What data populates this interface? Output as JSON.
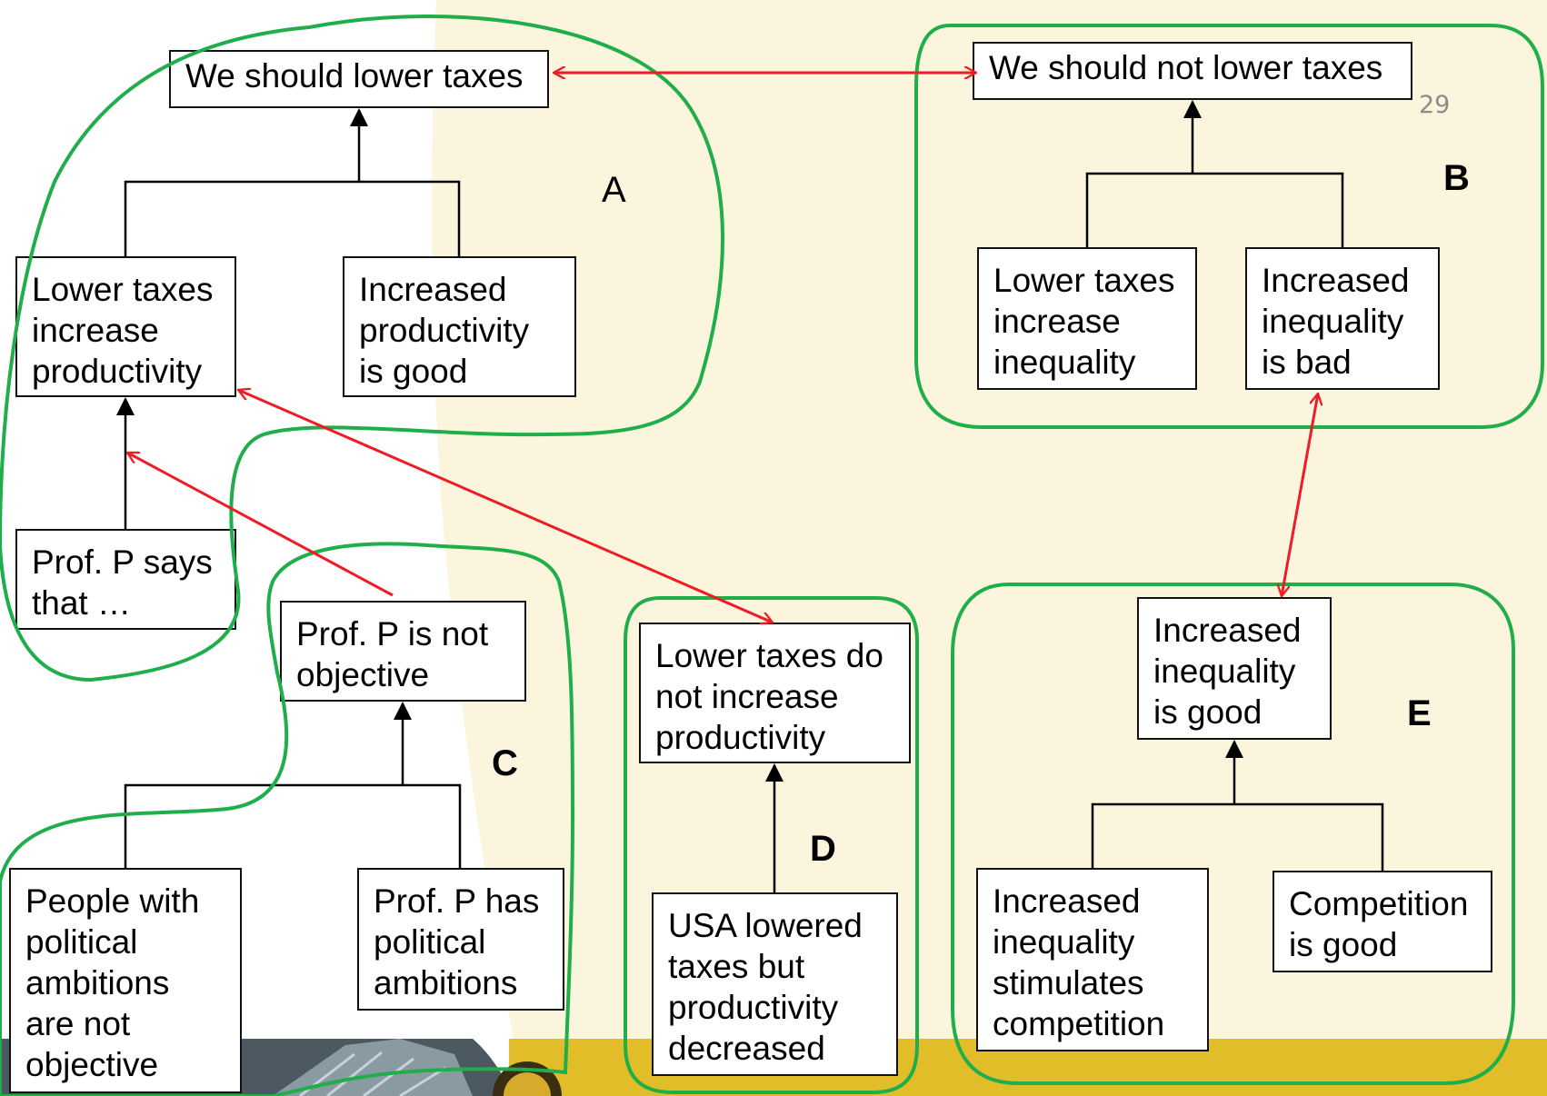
{
  "page_number": "29",
  "colors": {
    "background_left": "#ffffff",
    "background_right": "#fcf5de",
    "footer_band": "#e2bd2a",
    "box_border": "#111111",
    "group_outline": "#1fae4a",
    "conflict_arrow": "#ee1c24",
    "support_arrow": "#000000"
  },
  "nodes": {
    "we_should_lower": "We should lower taxes",
    "we_should_not_lower": "We should not lower taxes",
    "lower_taxes_productivity": [
      "Lower taxes",
      "increase",
      "productivity"
    ],
    "productivity_good": [
      "Increased",
      "productivity",
      "is good"
    ],
    "lower_taxes_inequality": [
      "Lower taxes",
      "increase",
      "inequality"
    ],
    "inequality_bad": [
      "Increased",
      "inequality",
      "is bad"
    ],
    "prof_says": [
      "Prof. P says",
      "that …"
    ],
    "prof_not_objective": [
      "Prof. P is not",
      "objective"
    ],
    "lower_taxes_no_productivity": [
      "Lower taxes do",
      "not increase",
      "productivity"
    ],
    "inequality_good": [
      "Increased",
      "inequality",
      "is good"
    ],
    "political_not_objective": [
      "People with",
      "political",
      "ambitions",
      "are not",
      "objective"
    ],
    "prof_ambitions": [
      "Prof. P has",
      "political",
      "ambitions"
    ],
    "usa_lowered": [
      "USA lowered",
      "taxes but",
      "productivity",
      "decreased"
    ],
    "inequality_competition": [
      "Increased",
      "inequality",
      "stimulates",
      "competition"
    ],
    "competition_good": [
      "Competition",
      "is good"
    ]
  },
  "groups": {
    "A": "A",
    "B": "B",
    "C": "C",
    "D": "D",
    "E": "E"
  },
  "icons": {
    "footer_building": "building-photo-icon",
    "footer_seal": "sun-seal-icon"
  }
}
